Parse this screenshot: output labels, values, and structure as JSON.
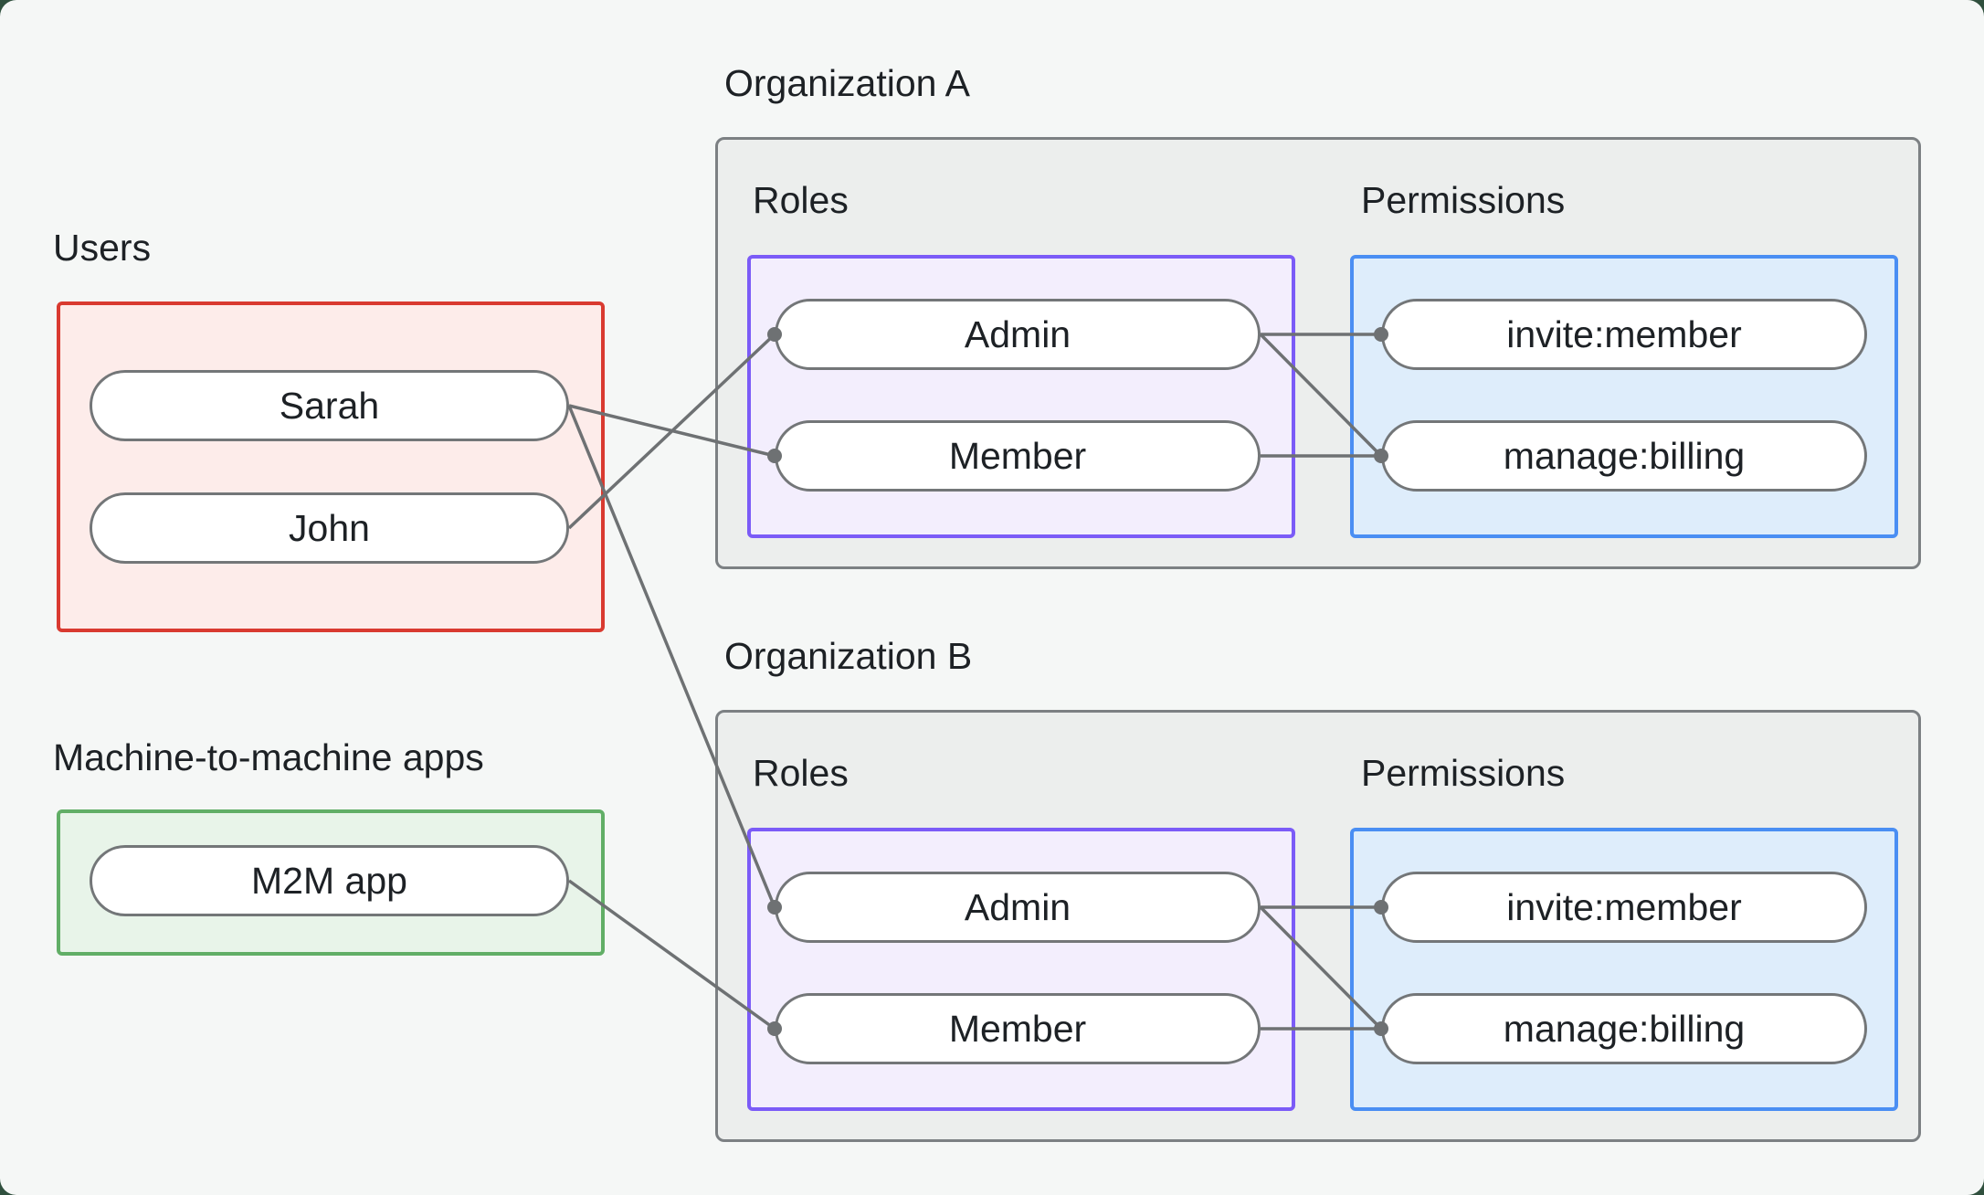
{
  "colors": {
    "canvas-bg": "#f5f7f6",
    "outer-bg": "#30503e",
    "text": "#1d2125",
    "line": "#6e7173",
    "pill-border": "#737678",
    "pill-bg": "#ffffff",
    "org-border": "#7c8083",
    "org-bg": "#eceeed",
    "users-border": "#d93a30",
    "users-bg": "#fdecea",
    "m2m-border": "#61ae66",
    "m2m-bg": "#e8f4e9",
    "roles-border": "#7b5bf7",
    "roles-bg": "#f3eefd",
    "permissions-border": "#4a8ef3",
    "permissions-bg": "#deedfb"
  },
  "sections": {
    "users": {
      "title": "Users",
      "items": [
        {
          "label": "Sarah"
        },
        {
          "label": "John"
        }
      ]
    },
    "machine_apps": {
      "title": "Machine-to-machine apps",
      "items": [
        {
          "label": "M2M app"
        }
      ]
    },
    "organizations": [
      {
        "title": "Organization A",
        "roles_title": "Roles",
        "permissions_title": "Permissions",
        "roles": [
          {
            "label": "Admin"
          },
          {
            "label": "Member"
          }
        ],
        "permissions": [
          {
            "label": "invite:member"
          },
          {
            "label": "manage:billing"
          }
        ]
      },
      {
        "title": "Organization B",
        "roles_title": "Roles",
        "permissions_title": "Permissions",
        "roles": [
          {
            "label": "Admin"
          },
          {
            "label": "Member"
          }
        ],
        "permissions": [
          {
            "label": "invite:member"
          },
          {
            "label": "manage:billing"
          }
        ]
      }
    ]
  },
  "edges": [
    {
      "from": "user-sarah",
      "to": "orgA-role-member"
    },
    {
      "from": "user-sarah",
      "to": "orgB-role-admin"
    },
    {
      "from": "user-john",
      "to": "orgA-role-admin"
    },
    {
      "from": "app-m2m",
      "to": "orgB-role-member"
    },
    {
      "from": "orgA-role-admin",
      "to": "orgA-perm-invite-member"
    },
    {
      "from": "orgA-role-admin",
      "to": "orgA-perm-manage-billing"
    },
    {
      "from": "orgA-role-member",
      "to": "orgA-perm-manage-billing"
    },
    {
      "from": "orgB-role-admin",
      "to": "orgB-perm-invite-member"
    },
    {
      "from": "orgB-role-admin",
      "to": "orgB-perm-manage-billing"
    },
    {
      "from": "orgB-role-member",
      "to": "orgB-perm-manage-billing"
    }
  ]
}
